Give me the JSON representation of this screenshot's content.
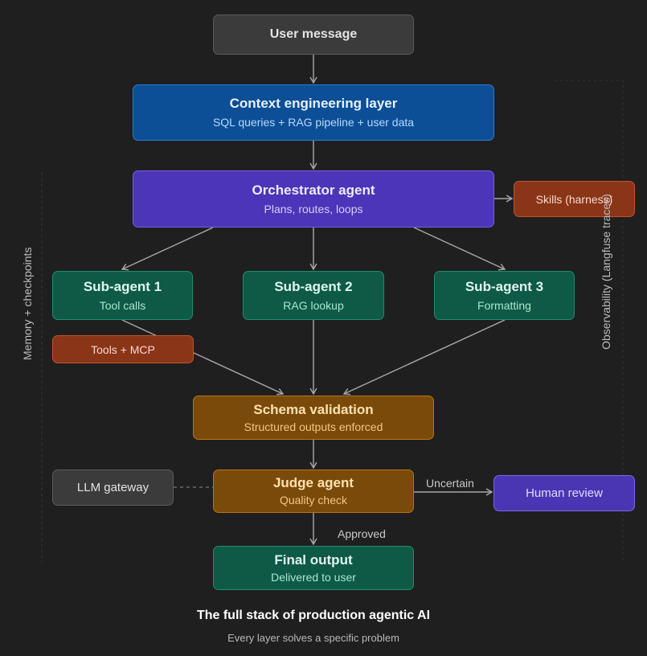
{
  "nodes": {
    "user_message": {
      "title": "User message"
    },
    "context": {
      "title": "Context engineering layer",
      "subtitle": "SQL queries + RAG pipeline + user data"
    },
    "orchestrator": {
      "title": "Orchestrator agent",
      "subtitle": "Plans, routes, loops"
    },
    "skills": {
      "title": "Skills (harness)"
    },
    "sub_agent_1": {
      "title": "Sub-agent 1",
      "subtitle": "Tool calls"
    },
    "sub_agent_2": {
      "title": "Sub-agent 2",
      "subtitle": "RAG lookup"
    },
    "sub_agent_3": {
      "title": "Sub-agent 3",
      "subtitle": "Formatting"
    },
    "tools_mcp": {
      "title": "Tools + MCP"
    },
    "schema": {
      "title": "Schema validation",
      "subtitle": "Structured outputs enforced"
    },
    "llm_gateway": {
      "title": "LLM gateway"
    },
    "judge": {
      "title": "Judge agent",
      "subtitle": "Quality check"
    },
    "human_review": {
      "title": "Human review"
    },
    "final": {
      "title": "Final output",
      "subtitle": "Delivered to user"
    }
  },
  "edge_labels": {
    "uncertain": "Uncertain",
    "approved": "Approved"
  },
  "side_labels": {
    "memory": "Memory + checkpoints",
    "observability": "Observability (Langfuse traces)"
  },
  "caption": {
    "title": "The full stack of production agentic AI",
    "subtitle": "Every layer solves a specific problem"
  },
  "colors": {
    "background": "#1f1f1f",
    "gray": "#3b3b3b",
    "blue": "#0c4f96",
    "purple": "#4c35b8",
    "green": "#0e5a47",
    "rust": "#8a3518",
    "amber": "#7a4a0a",
    "connector": "#a8a8a8"
  }
}
